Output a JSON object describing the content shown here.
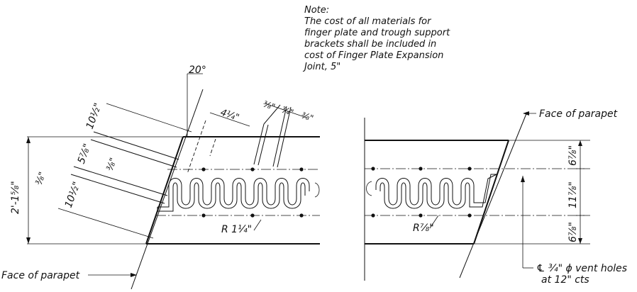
{
  "note": {
    "heading": "Note:",
    "lines": [
      "The cost of all materials for",
      "finger plate and trough support",
      "brackets shall be included in",
      "cost of Finger Plate Expansion",
      "Joint, 5\""
    ]
  },
  "dimensions": {
    "angle": "20°",
    "overall_width": "2'-1⅝\"",
    "left_upper": "10½\"",
    "left_middle": "5⅞\"",
    "left_lower": "10½\"",
    "left_small": "⅜\"",
    "left_inner_small": "⅜\"",
    "finger_spacing": "4¼\"",
    "top_clearance_a": "⅜\"",
    "top_clearance_b": "¾\"",
    "top_clearance_c": "⅜\"",
    "right_upper": "6⅞\"",
    "right_middle": "11⅞\"",
    "right_lower": "6⅞\""
  },
  "labels": {
    "face_of_parapet_left": "Face of parapet",
    "face_of_parapet_right": "Face of parapet",
    "radius_left": "R 1¼\"",
    "radius_right": "R⅞\"",
    "vent_holes_line1": "℄ ¾\" ϕ vent holes",
    "vent_holes_line2": "at 12\" cts"
  }
}
